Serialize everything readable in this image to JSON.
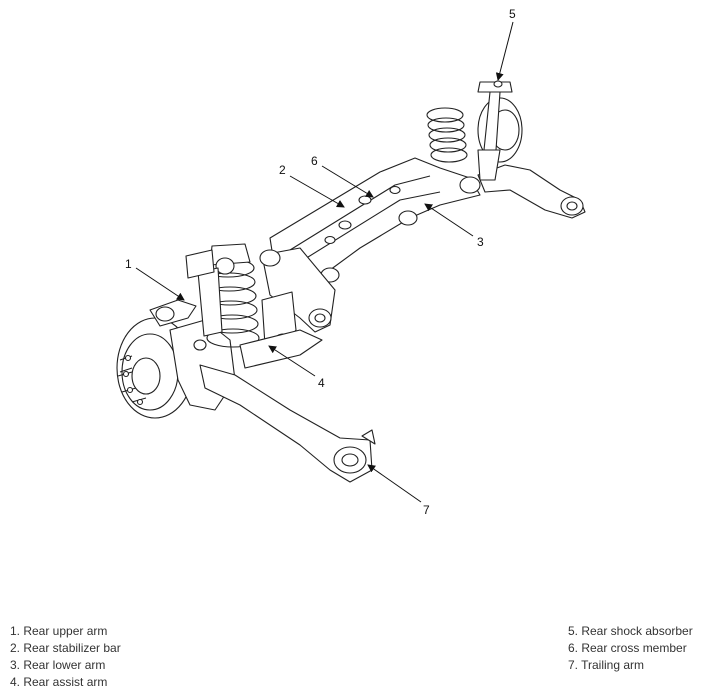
{
  "callouts": {
    "c1": "1",
    "c2": "2",
    "c3": "3",
    "c4": "4",
    "c5": "5",
    "c6": "6",
    "c7": "7"
  },
  "legend": {
    "left": [
      "1. Rear upper arm",
      "2. Rear stabilizer bar",
      "3. Rear lower arm",
      "4. Rear assist arm"
    ],
    "right": [
      "5. Rear shock absorber",
      "6. Rear cross member",
      "7. Trailing arm"
    ]
  }
}
